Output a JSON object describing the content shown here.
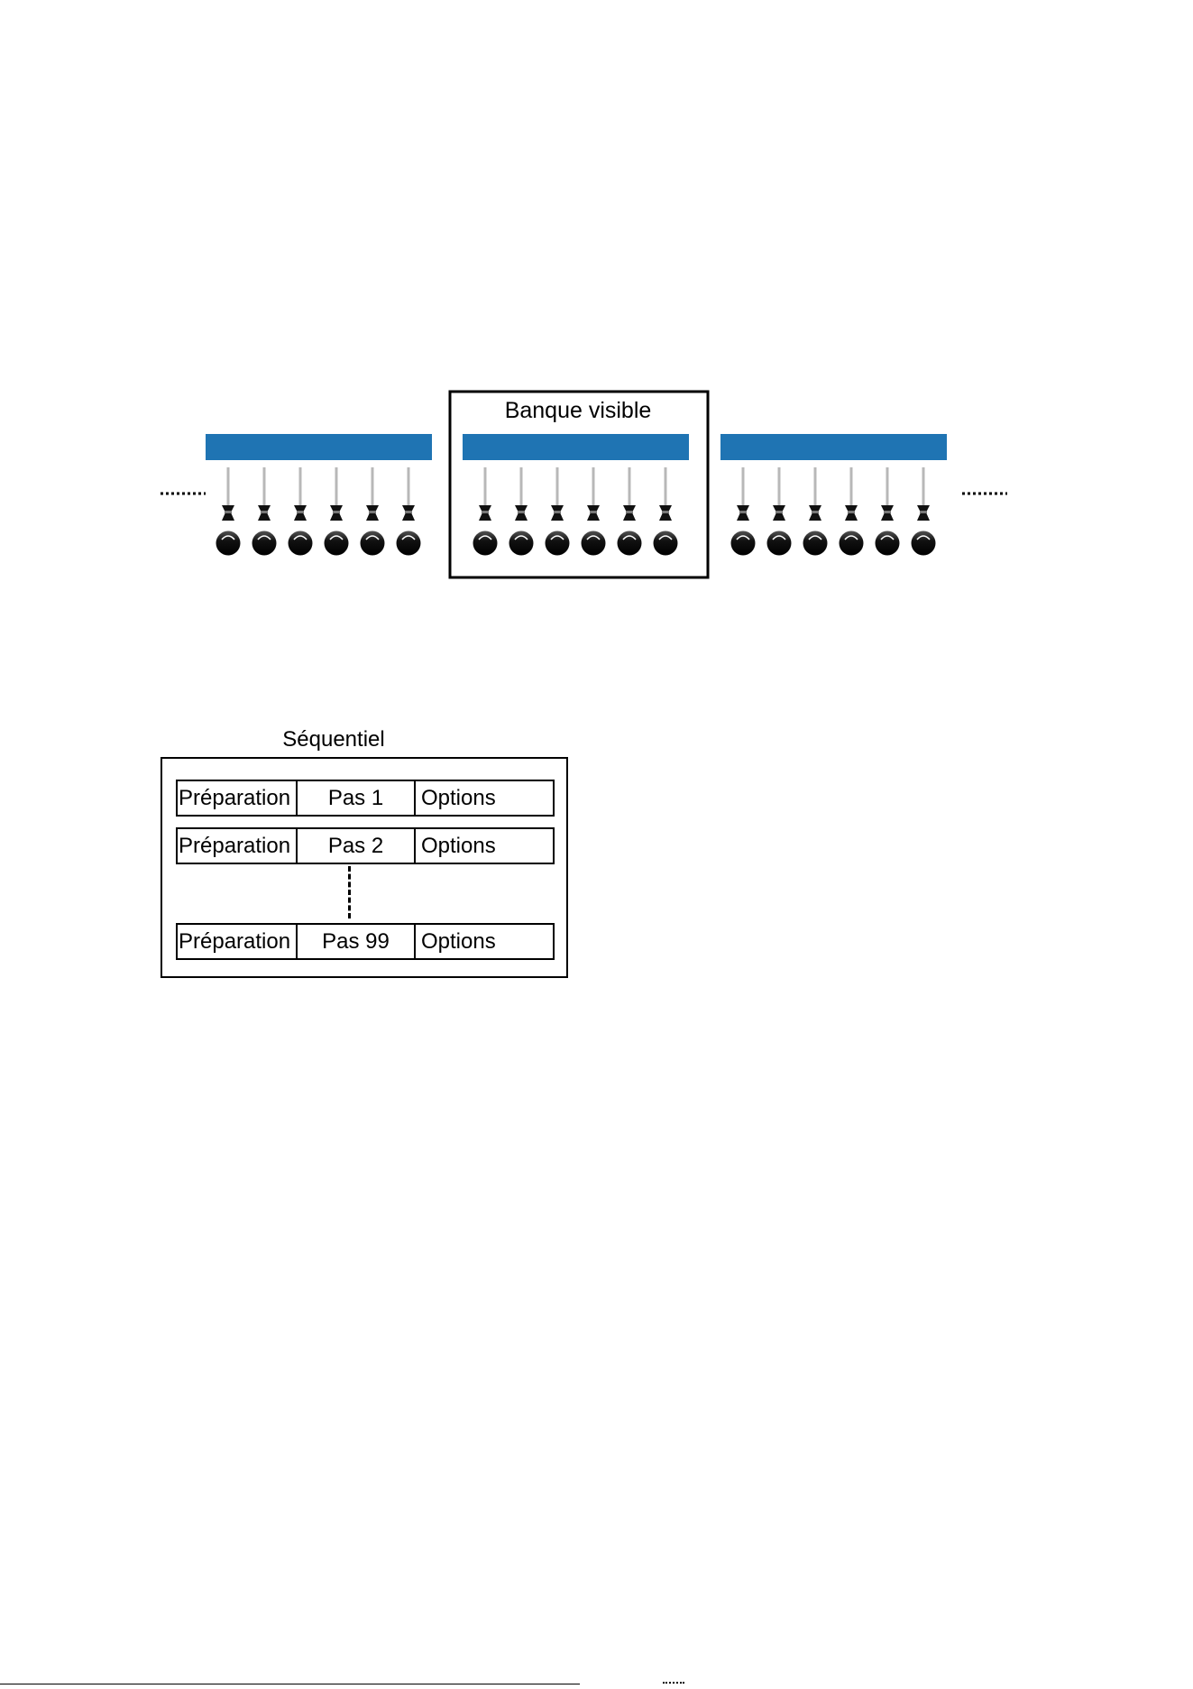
{
  "fader_section": {
    "visible_bank_label": "Banque visible",
    "bar_color": "#1f74b3",
    "fader_icon": "fader-icon",
    "continuation_icon": "dotted-ellipsis-icon"
  },
  "sequential": {
    "title": "Séquentiel",
    "rows": [
      {
        "prep": "Préparation",
        "pas": "Pas 1",
        "options": "Options"
      },
      {
        "prep": "Préparation",
        "pas": "Pas 2",
        "options": "Options"
      },
      {
        "prep": "Préparation",
        "pas": "Pas 99",
        "options": "Options"
      }
    ]
  }
}
